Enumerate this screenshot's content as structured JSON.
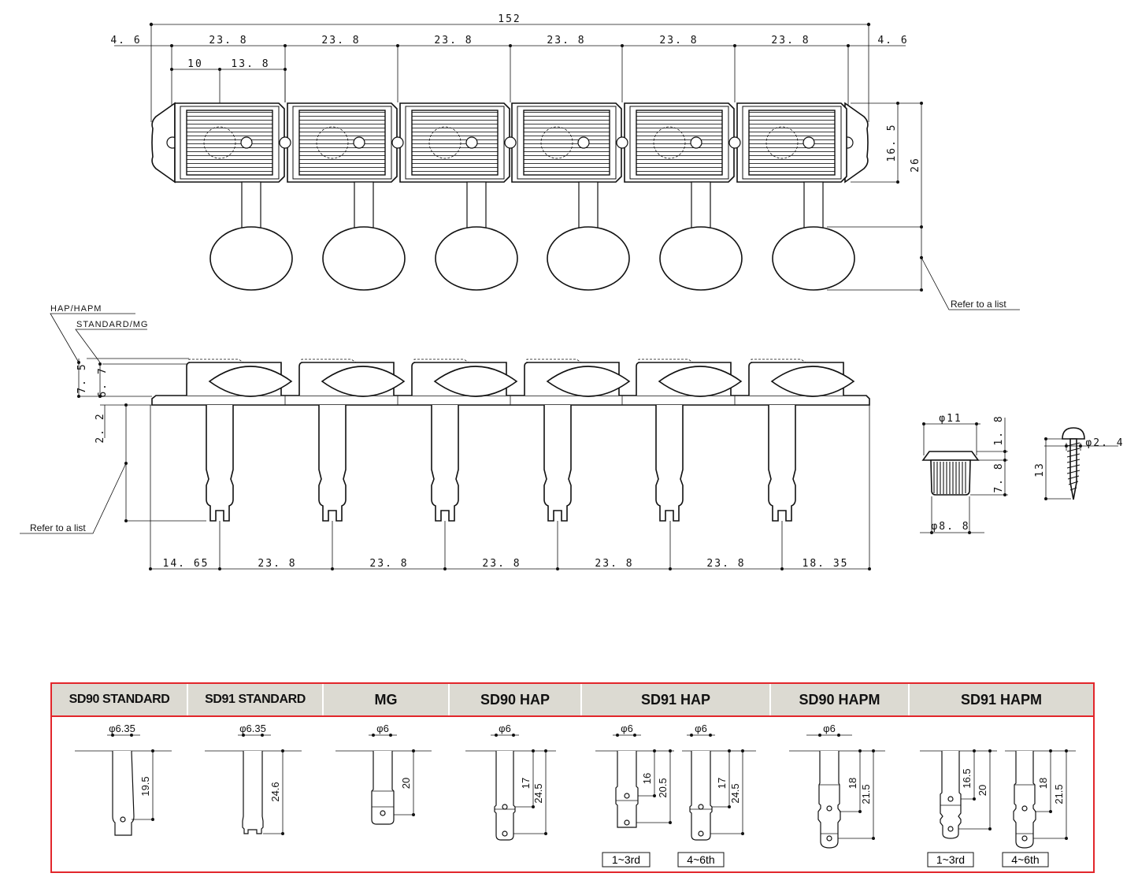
{
  "top_view": {
    "overall": "152",
    "edge_left": "4. 6",
    "edge_right": "4. 6",
    "pitch": [
      "23. 8",
      "23. 8",
      "23. 8",
      "23. 8",
      "23. 8",
      "23. 8"
    ],
    "hole_offset": "10",
    "post_offset": "13. 8",
    "height_plate": "16. 5",
    "height_total": "26",
    "refer_note": "Refer to a list"
  },
  "side_view": {
    "label_hap": "HAP/HAPM",
    "label_std": "STANDARD/MG",
    "dim_75": "7. 5",
    "dim_67": "6. 7",
    "dim_22": "2. 2",
    "refer_note": "Refer to a list",
    "bottom_dims": [
      "14. 65",
      "23. 8",
      "23. 8",
      "23. 8",
      "23. 8",
      "23. 8",
      "18. 35"
    ]
  },
  "bushing": {
    "top_dia": "φ11",
    "height_top": "1. 8",
    "height": "7. 8",
    "bottom_dia": "φ8. 8"
  },
  "screw": {
    "dia": "φ2. 4",
    "length": "13"
  },
  "list_table": {
    "border_color": "#e2262b",
    "header_bg": "#dcdad2",
    "columns": [
      {
        "title": "SD90 STANDARD",
        "dia": "φ6.35",
        "dims": [
          "19.5"
        ]
      },
      {
        "title": "SD91 STANDARD",
        "dia": "φ6.35",
        "dims": [
          "24.6"
        ]
      },
      {
        "title": "MG",
        "dia": "φ6",
        "dims": [
          "20"
        ]
      },
      {
        "title": "SD90 HAP",
        "dia": "φ6",
        "dims": [
          "17",
          "24.5"
        ]
      },
      {
        "title": "SD91 HAP",
        "sub": [
          {
            "dia": "φ6",
            "dims": [
              "16",
              "20.5"
            ],
            "tag": "1~3rd"
          },
          {
            "dia": "φ6",
            "dims": [
              "17",
              "24.5"
            ],
            "tag": "4~6th"
          }
        ]
      },
      {
        "title": "SD90 HAPM",
        "dia": "φ6",
        "dims": [
          "18",
          "21.5"
        ]
      },
      {
        "title": "SD91 HAPM",
        "sub": [
          {
            "dims": [
              "16.5",
              "20"
            ],
            "tag": "1~3rd"
          },
          {
            "dims": [
              "18",
              "21.5"
            ],
            "tag": "4~6th"
          }
        ]
      }
    ]
  }
}
